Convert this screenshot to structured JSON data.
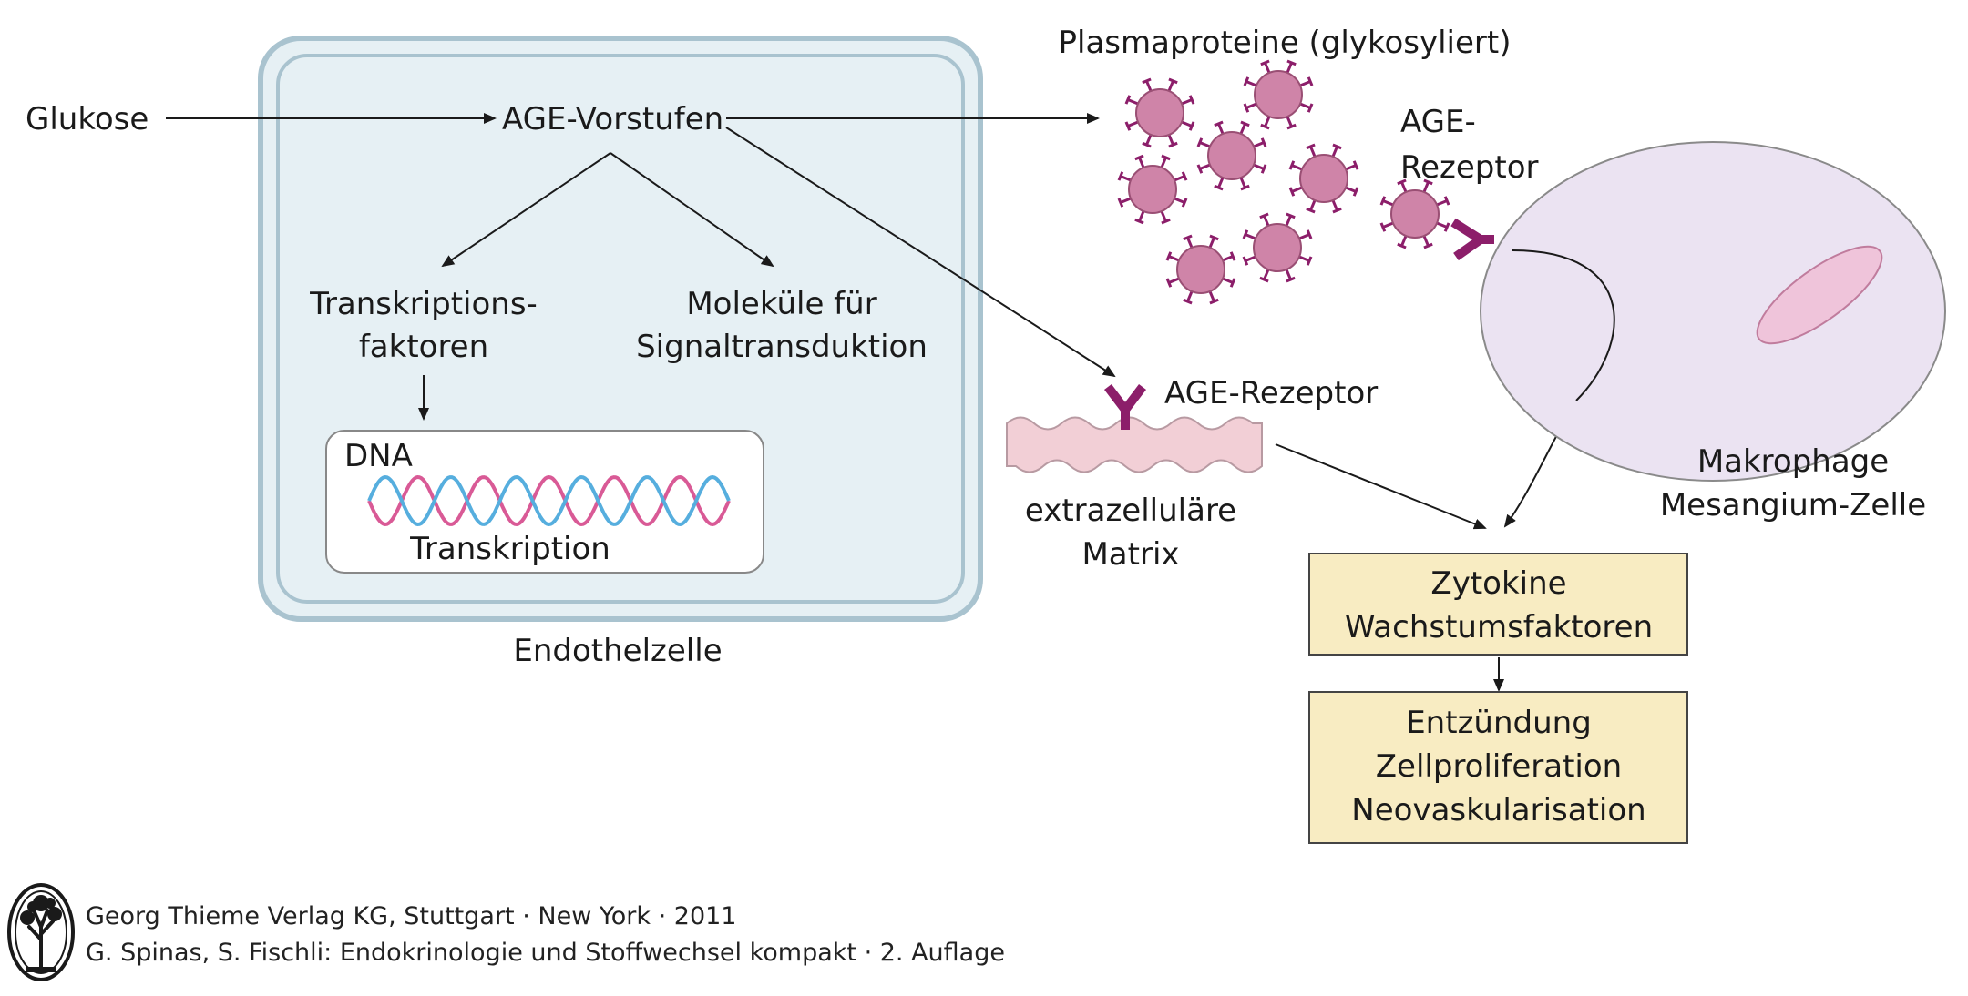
{
  "labels": {
    "glukose": "Glukose",
    "age_vorstufen": "AGE-Vorstufen",
    "transkriptionsfaktoren_line1": "Transkriptions-",
    "transkriptionsfaktoren_line2": "faktoren",
    "molekuele_line1": "Moleküle für",
    "molekuele_line2": "Signaltransduktion",
    "dna": "DNA",
    "transkription": "Transkription",
    "endothelzelle": "Endothelzelle",
    "plasmaproteine": "Plasmaproteine (glykosyliert)",
    "age_rezeptor_top_line1": "AGE-",
    "age_rezeptor_top_line2": "Rezeptor",
    "age_rezeptor_matrix": "AGE-Rezeptor",
    "matrix_line1": "extrazelluläre",
    "matrix_line2": "Matrix",
    "makrophage_line1": "Makrophage",
    "makrophage_line2": "Mesangium-Zelle",
    "box1_line1": "Zytokine",
    "box1_line2": "Wachstumsfaktoren",
    "box2_line1": "Entzündung",
    "box2_line2": "Zellproliferation",
    "box2_line3": "Neovaskularisation"
  },
  "credits": {
    "line1": "Georg Thieme Verlag KG, Stuttgart · New York · 2011",
    "line2": "G. Spinas, S. Fischli: Endokrinologie und Stoffwechsel kompakt · 2. Auflage"
  },
  "colors": {
    "cell_fill": "#e6f0f4",
    "cell_stroke": "#a9c3cf",
    "protein_fill": "#cf84a8",
    "protein_spike": "#8c1e6a",
    "receptor": "#8c1e6a",
    "makrophage_fill": "#ebe3f2",
    "nucleus_fill": "#efc4da",
    "matrix_fill": "#f2cfd6",
    "result_box_fill": "#f8ecc2",
    "dna_pink": "#d95a96",
    "dna_blue": "#56aede"
  }
}
